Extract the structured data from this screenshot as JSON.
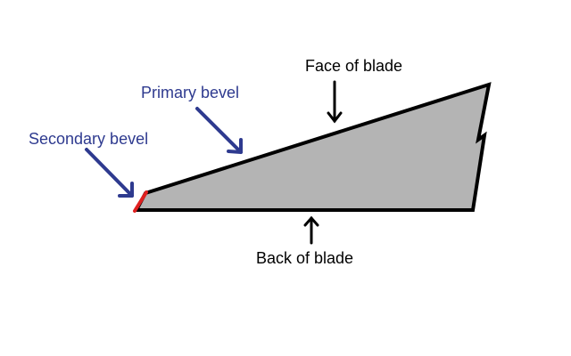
{
  "labels": {
    "face": "Face of blade",
    "back": "Back of blade",
    "primary": "Primary bevel",
    "secondary": "Secondary bevel"
  },
  "colors": {
    "background": "#ffffff",
    "blade_fill": "#b4b4b4",
    "outline": "#000000",
    "secondary_bevel": "#e02020",
    "blue_label": "#2e3a8f",
    "black_label": "#000000"
  }
}
